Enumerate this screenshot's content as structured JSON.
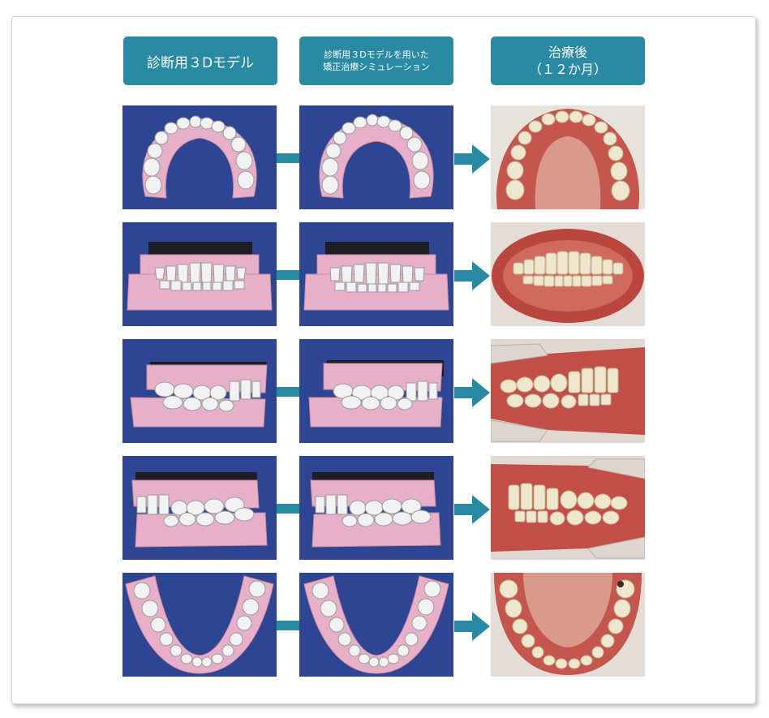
{
  "headers": {
    "diagnostic_model": "診断用３Dモデル",
    "simulation_line1": "診断用３Dモデルを用いた",
    "simulation_line2": "矯正治療シミュレーション",
    "after_line1": "治療後",
    "after_line2": "（１２か月）"
  },
  "colors": {
    "accent": "#2a8aa3",
    "model_background": "#2d4593",
    "gum_model": "#e7b0c8",
    "tooth_model": "#f2f2f2",
    "gum_photo": "#c4564e",
    "tooth_photo": "#efe6cf"
  },
  "rows": [
    {
      "view": "upper-occlusal"
    },
    {
      "view": "frontal"
    },
    {
      "view": "right-lateral"
    },
    {
      "view": "left-lateral"
    },
    {
      "view": "lower-occlusal"
    }
  ]
}
